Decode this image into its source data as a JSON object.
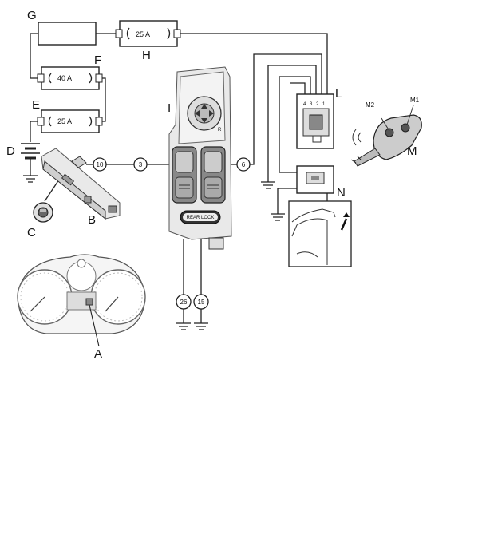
{
  "labels": {
    "A": "A",
    "B": "B",
    "C": "C",
    "D": "D",
    "E": "E",
    "F": "F",
    "G": "G",
    "H": "H",
    "I": "I",
    "L": "L",
    "M": "M",
    "M1": "M1",
    "M2": "M2",
    "N": "N"
  },
  "fuses": {
    "h_fuse": "25 A",
    "f_fuse": "40 A",
    "e_fuse": "25 A"
  },
  "nodes": {
    "n10": "10",
    "n3": "3",
    "n6": "6",
    "n26": "26",
    "n15": "15"
  },
  "control_panel": {
    "button_text": "REAR LOCK",
    "mirror_switch_text": "R"
  },
  "connector_l_pins": [
    "4",
    "3",
    "2",
    "1"
  ]
}
